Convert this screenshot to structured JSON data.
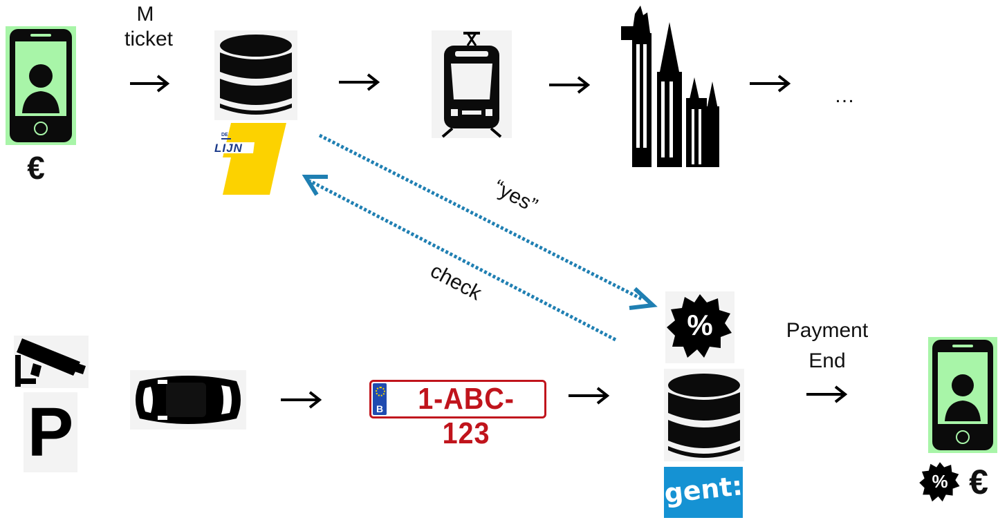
{
  "labels": {
    "m_ticket_line1": "M",
    "m_ticket_line2": "ticket",
    "ellipsis": "…",
    "yes": "“yes”",
    "check": "check",
    "payment_line1": "Payment",
    "payment_line2": "End",
    "euro_top": "€",
    "euro_bottom": "€",
    "parking": "P",
    "percent": "%",
    "plate": "1-ABC-123",
    "plate_country": "B",
    "delijn_logo": "LIJN",
    "delijn_small": "DE",
    "gent_logo": "gent:"
  },
  "colors": {
    "phone_screen": "#a8f5a8",
    "dotted_arrow": "#1f7fb2",
    "delijn_yellow": "#fcd200",
    "delijn_blue": "#1a3a8a",
    "gent_blue": "#1592d3",
    "plate_red": "#c0141c",
    "eu_blue": "#1f4bb0"
  },
  "icons": [
    "phone-user-icon",
    "database-icon",
    "tram-icon",
    "cathedral-icon",
    "camera-icon",
    "car-icon",
    "license-plate",
    "discount-badge-icon",
    "arrow-right-icon"
  ]
}
